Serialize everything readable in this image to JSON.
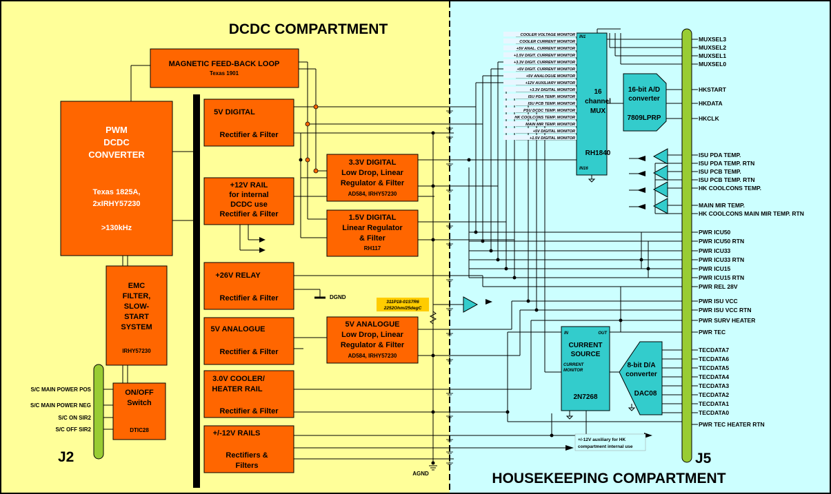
{
  "compartments": {
    "dcdc": "DCDC COMPARTMENT",
    "housekeeping": "HOUSEKEEPING COMPARTMENT"
  },
  "connectors": {
    "j2": "J2",
    "j5": "J5"
  },
  "j2_signals": [
    "S/C MAIN POWER POS",
    "S/C MAIN POWER NEG",
    "S/C ON SIR2",
    "S/C OFF SIR2"
  ],
  "blocks": {
    "feedback": {
      "l1": "MAGNETIC FEED-BACK LOOP",
      "l2": "Texas 1901"
    },
    "pwm": {
      "l1": "PWM",
      "l2": "DCDC",
      "l3": "CONVERTER",
      "l4": "Texas 1825A,",
      "l5": "2xIRHY57230",
      "l6": ">130kHz"
    },
    "emc": {
      "l1": "EMC",
      "l2": "FILTER,",
      "l3": "SLOW-",
      "l4": "START",
      "l5": "SYSTEM",
      "l6": "IRHY57230"
    },
    "onoff": {
      "l1": "ON/OFF",
      "l2": "Switch",
      "l3": "DTIC28"
    },
    "d5v": {
      "l1": "5V DIGITAL",
      "l2": "Rectifier & Filter"
    },
    "rail12": {
      "l1": "+12V RAIL",
      "l2": "for internal",
      "l3": "DCDC use",
      "l4": "Rectifier & Filter"
    },
    "relay26": {
      "l1": "+26V RELAY",
      "l2": "Rectifier & Filter"
    },
    "a5v": {
      "l1": "5V ANALOGUE",
      "l2": "Rectifier & Filter"
    },
    "cooler3v": {
      "l1": "3.0V COOLER/",
      "l2": "HEATER RAIL",
      "l3": "Rectifier & Filter"
    },
    "rails12": {
      "l1": "+/-12V RAILS",
      "l2": "Rectifiers &",
      "l3": "Filters"
    },
    "d33": {
      "l1": "3.3V DIGITAL",
      "l2": "Low Drop, Linear",
      "l3": "Regulator & Filter",
      "l4": "AD584, IRHY57230"
    },
    "d15": {
      "l1": "1.5V DIGITAL",
      "l2": "Linear Regulator",
      "l3": "& Filter",
      "l4": "RH117"
    },
    "a5reg": {
      "l1": "5V ANALOGUE",
      "l2": "Low Drop, Linear",
      "l3": "Regulator & Filter",
      "l4": "AD584, IRHY57230"
    },
    "mux": {
      "l1": "16",
      "l2": "channel",
      "l3": "MUX",
      "l4": "RH1840",
      "in1": "IN1",
      "in16": "IN16"
    },
    "adc": {
      "l1": "16-bit A/D",
      "l2": "converter",
      "l3": "7809LPRP"
    },
    "cs": {
      "l1": "CURRENT",
      "l2": "SOURCE",
      "l3": "CURRENT",
      "l4": "MONITOR",
      "l5": "2N7268",
      "in": "IN",
      "out": "OUT"
    },
    "dac": {
      "l1": "8-bit D/A",
      "l2": "converter",
      "l3": "DAC08"
    }
  },
  "labels": {
    "dgnd": "DGND",
    "agnd": "AGND",
    "thermistor_1": "311P18-01S7R6",
    "thermistor_2": "2252Ohm/25degC",
    "aux_1": "+/-12V auxiliary for HK",
    "aux_2": "compartment internal use"
  },
  "mux_inputs": [
    "COOLER VOLTAGE MONITOR",
    "COOLER CURRENT MONITOR",
    "+5V ANAL. CURRENT MONITOR",
    "+1.5V DIGIT. CURRENT MONITOR",
    "+3.3V DIGIT. CURRENT MONITOR",
    "+5V DIGIT. CURRENT MONITOR",
    "+5V ANALOGUE MONITOR",
    "+12V AUXILIARY MONITOR",
    "+3.3V DIGITAL MONITOR",
    "ISU PDA TEMP. MONITOR",
    "ISU PCB TEMP. MONITOR",
    "PSU DCDC TEMP. MONITOR",
    "HK COOLCONS TEMP. MONITOR",
    "MAIN MIR TEMP. MONITOR",
    "+5V DIGITAL MONITOR",
    "+1.5V DIGITAL MONITOR"
  ],
  "j5_signals": [
    "MUXSEL3",
    "MUXSEL2",
    "MUXSEL1",
    "MUXSEL0",
    "HKSTART",
    "HKDATA",
    "HKCLK",
    "ISU PDA TEMP.",
    "ISU PDA TEMP. RTN",
    "ISU PCB TEMP.",
    "ISU PCB TEMP. RTN",
    "HK COOLCONS TEMP.",
    "MAIN MIR TEMP.",
    "HK COOLCONS MAIN MIR TEMP. RTN",
    "PWR ICU50",
    "PWR ICU50 RTN",
    "PWR ICU33",
    "PWR ICU33 RTN",
    "PWR ICU15",
    "PWR ICU15 RTN",
    "PWR REL 28V",
    "PWR ISU VCC",
    "PWR ISU VCC RTN",
    "PWR SURV HEATER",
    "PWR TEC",
    "TECDATA7",
    "TECDATA6",
    "TECDATA5",
    "TECDATA4",
    "TECDATA3",
    "TECDATA2",
    "TECDATA1",
    "TECDATA0",
    "PWR TEC HEATER RTN"
  ],
  "colors": {
    "dcdc_bg": "#ffff99",
    "hk_bg": "#ccffff",
    "block": "#ff6600",
    "mux": "#33cccc",
    "connector": "#99cc33",
    "bus": "#000000"
  }
}
